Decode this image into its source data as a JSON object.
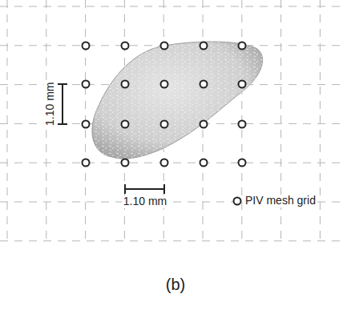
{
  "diagram": {
    "caption": "(b)",
    "labels": [
      "1.10 mm",
      "1.10 mm"
    ],
    "legend": [
      {
        "text": "PIV mesh grid"
      }
    ]
  }
}
